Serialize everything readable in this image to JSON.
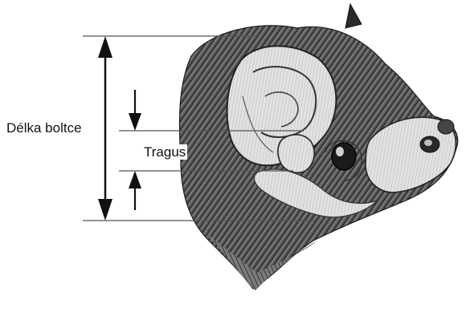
{
  "labels": {
    "ear_length": "Délka boltce",
    "tragus": "Tragus"
  },
  "colors": {
    "ink": "#111111",
    "fur_dark": "#2b2b2b",
    "fur_mid": "#6a6a6a",
    "skin_light": "#d9d9d9",
    "background": "#ffffff"
  },
  "icons": [
    "bat-head-illustration",
    "double-arrow-icon",
    "inward-arrow-icon"
  ]
}
